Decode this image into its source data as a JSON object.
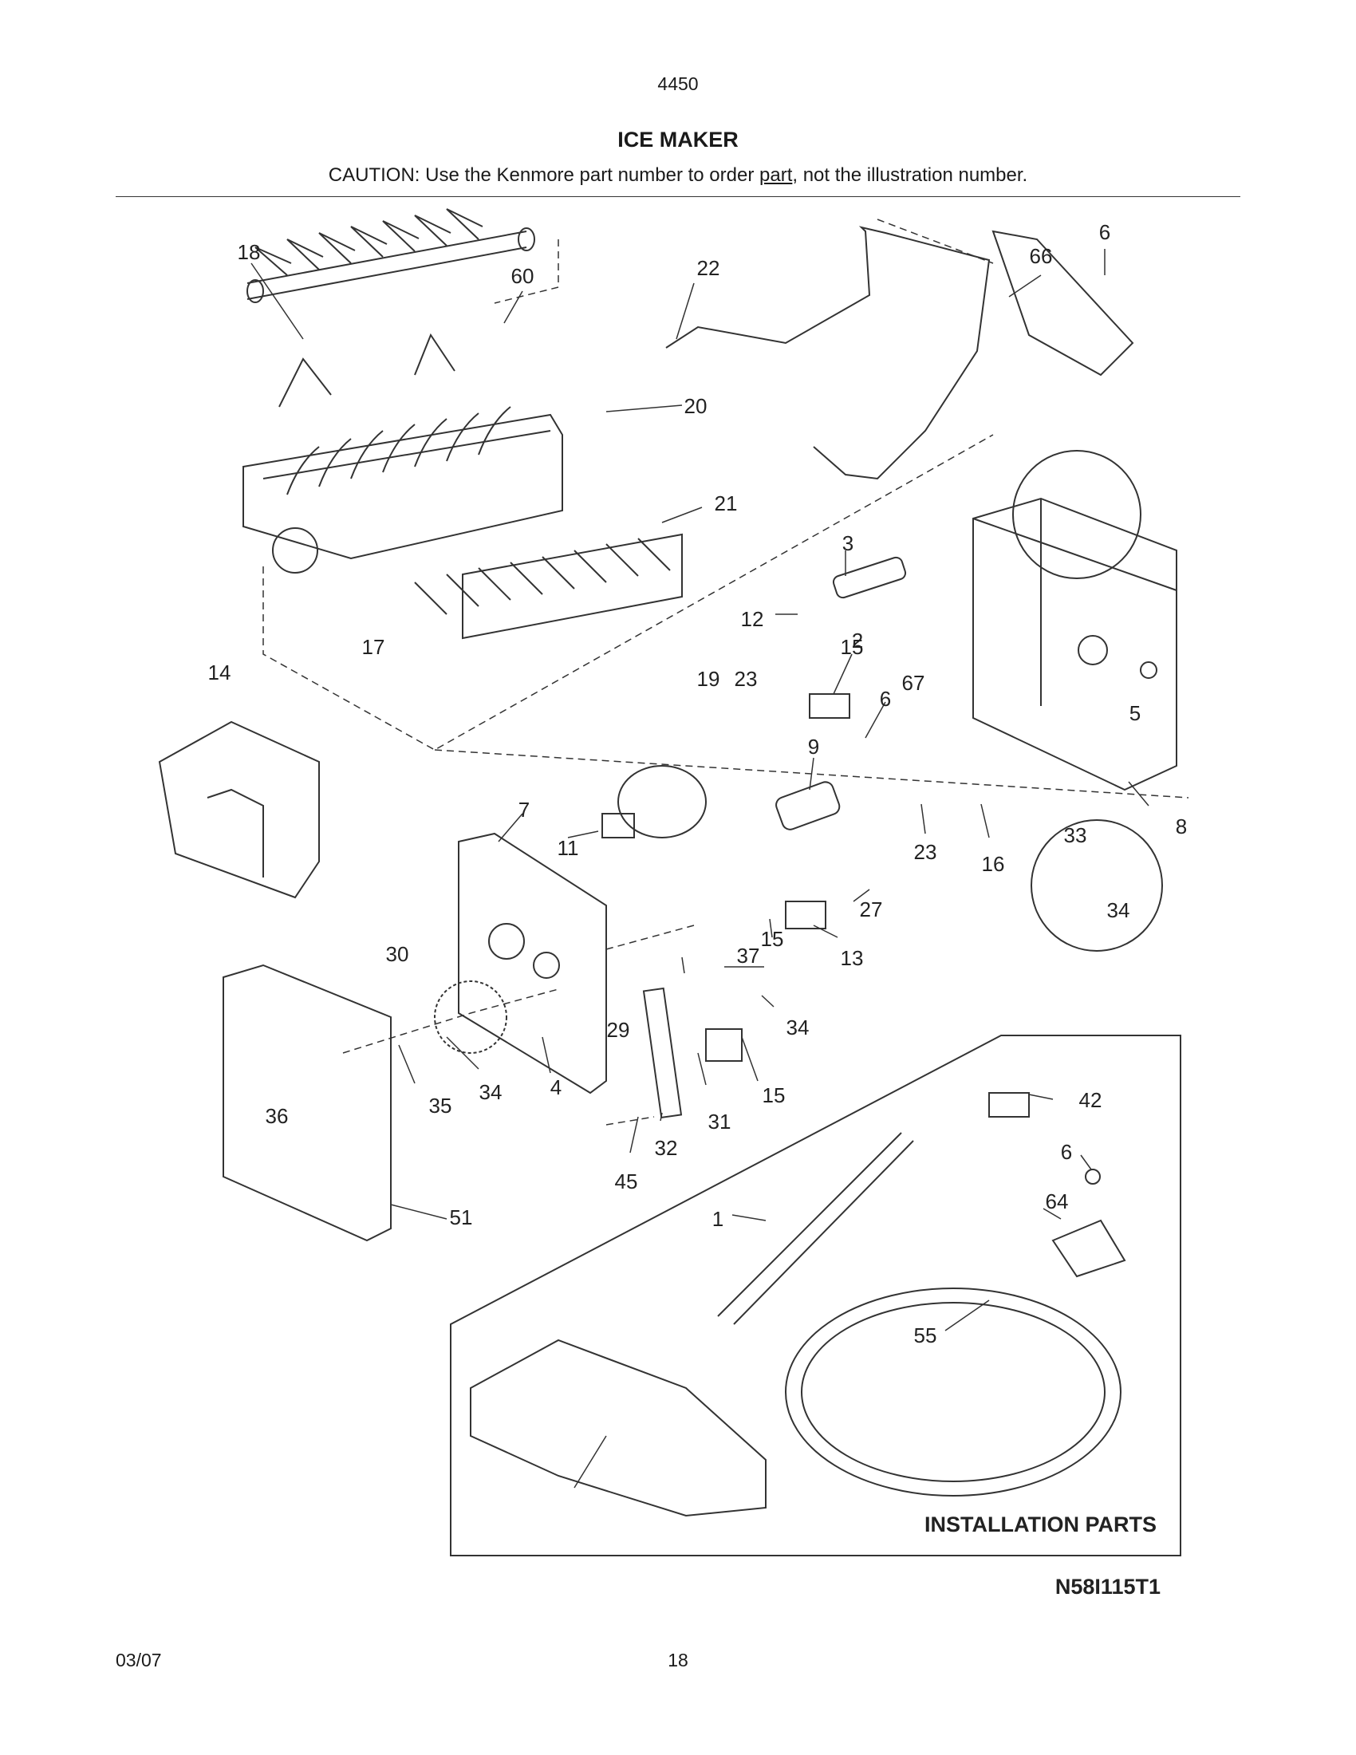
{
  "header": {
    "model": "4450",
    "title": "ICE MAKER",
    "caution_before": "CAUTION: Use the Kenmore part number to order ",
    "caution_link": "part",
    "caution_after": ", not the illustration number."
  },
  "diagram": {
    "callouts": [
      "18",
      "60",
      "22",
      "66",
      "6",
      "20",
      "21",
      "3",
      "12",
      "2",
      "15",
      "17",
      "19",
      "14",
      "23",
      "6",
      "9",
      "67",
      "5",
      "7",
      "11",
      "23",
      "16",
      "33",
      "27",
      "8",
      "15",
      "13",
      "34",
      "30",
      "37",
      "29",
      "34",
      "4",
      "34",
      "15",
      "35",
      "31",
      "42",
      "32",
      "6",
      "45",
      "64",
      "36",
      "51",
      "1",
      "55"
    ],
    "installation_label": "INSTALLATION PARTS",
    "drawing_code": "N58I115T1"
  },
  "footer": {
    "date": "03/07",
    "page": "18"
  },
  "colors": {
    "ink": "#222222",
    "background": "#ffffff"
  }
}
